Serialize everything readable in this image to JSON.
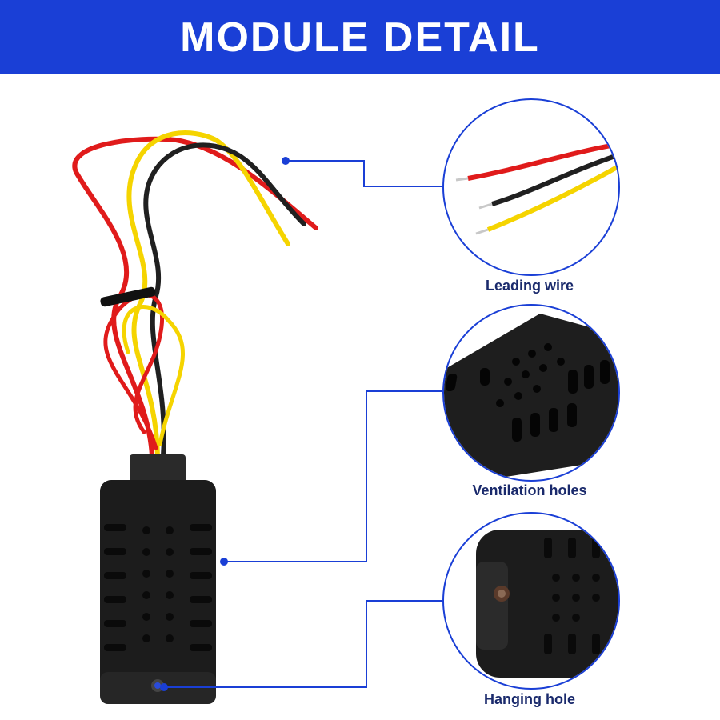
{
  "banner": {
    "title": "MODULE DETAIL"
  },
  "callouts": [
    {
      "caption": "Leading wire"
    },
    {
      "caption": "Ventilation holes"
    },
    {
      "caption": "Hanging hole"
    }
  ],
  "colors": {
    "accent": "#1a3fd6",
    "caption": "#1a2a6c",
    "module_body": "#1c1c1c",
    "wire_red": "#e01b1b",
    "wire_yellow": "#f5d400",
    "wire_black": "#202020"
  }
}
